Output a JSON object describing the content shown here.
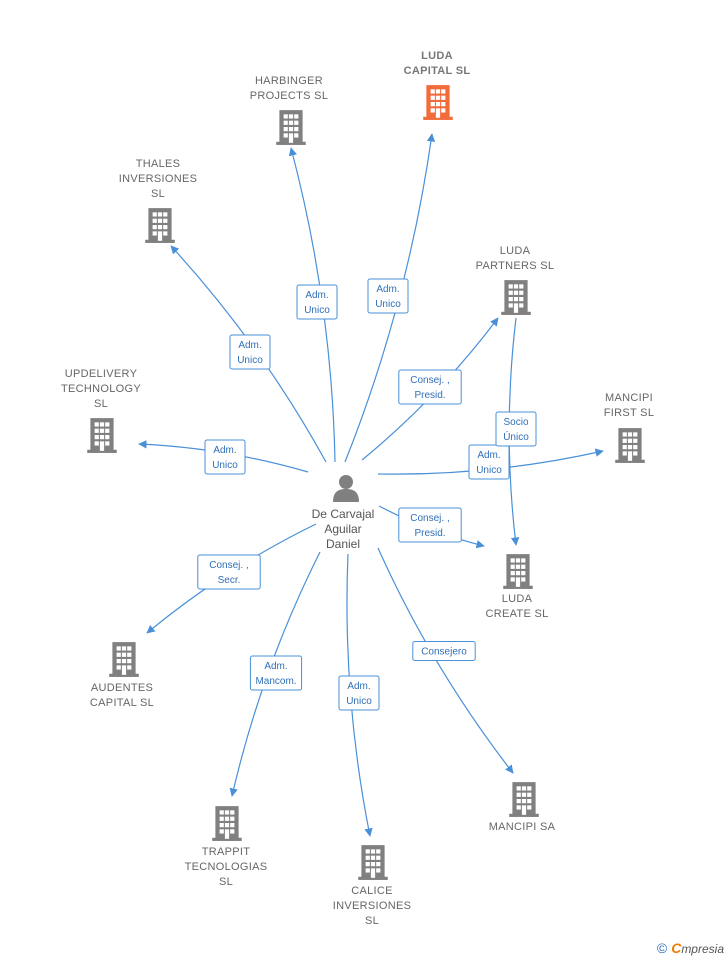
{
  "center": {
    "label_lines": [
      "De Carvajal",
      "Aguilar",
      "Daniel"
    ],
    "icon": "person-icon"
  },
  "colors": {
    "edge": "#4a90d9",
    "building": "#808080",
    "building_highlight": "#f26b3a",
    "label": "#666666"
  },
  "companies": [
    {
      "id": "luda-capital",
      "lines": [
        "LUDA",
        "CAPITAL  SL"
      ],
      "highlight": true,
      "label_pos": "above",
      "relation": [
        "Adm.",
        "Unico"
      ]
    },
    {
      "id": "harbinger",
      "lines": [
        "HARBINGER",
        "PROJECTS  SL"
      ],
      "highlight": false,
      "label_pos": "above",
      "relation": [
        "Adm.",
        "Unico"
      ]
    },
    {
      "id": "thales",
      "lines": [
        "THALES",
        "INVERSIONES",
        "SL"
      ],
      "highlight": false,
      "label_pos": "above",
      "relation": [
        "Adm.",
        "Unico"
      ]
    },
    {
      "id": "updelivery",
      "lines": [
        "UPDELIVERY",
        "TECHNOLOGY",
        "SL"
      ],
      "highlight": false,
      "label_pos": "above",
      "relation": [
        "Adm.",
        "Unico"
      ]
    },
    {
      "id": "luda-partners",
      "lines": [
        "LUDA",
        "PARTNERS  SL"
      ],
      "highlight": false,
      "label_pos": "above",
      "relation": [
        "Consej. ,",
        "Presid."
      ]
    },
    {
      "id": "mancipi-first",
      "lines": [
        "MANCIPI",
        "FIRST  SL"
      ],
      "highlight": false,
      "label_pos": "above",
      "relation": [
        "Adm.",
        "Unico"
      ]
    },
    {
      "id": "luda-create",
      "lines": [
        "LUDA",
        "CREATE  SL"
      ],
      "highlight": false,
      "label_pos": "below",
      "relation": [
        "Consej. ,",
        "Presid."
      ]
    },
    {
      "id": "audentes",
      "lines": [
        "AUDENTES",
        "CAPITAL  SL"
      ],
      "highlight": false,
      "label_pos": "below",
      "relation": [
        "Consej. ,",
        "Secr."
      ]
    },
    {
      "id": "trappit",
      "lines": [
        "TRAPPIT",
        "TECNOLOGIAS",
        "SL"
      ],
      "highlight": false,
      "label_pos": "below",
      "relation": [
        "Adm.",
        "Mancom."
      ]
    },
    {
      "id": "calice",
      "lines": [
        "CALICE",
        "INVERSIONES",
        "SL"
      ],
      "highlight": false,
      "label_pos": "below",
      "relation": [
        "Adm.",
        "Unico"
      ]
    },
    {
      "id": "mancipi-sa",
      "lines": [
        "MANCIPI SA"
      ],
      "highlight": false,
      "label_pos": "below",
      "relation": [
        "Consejero"
      ]
    }
  ],
  "cross_relations": [
    {
      "from": "luda-partners",
      "to": "luda-create",
      "relation": [
        "Socio",
        "Único"
      ]
    }
  ],
  "brand": {
    "copyright": "©",
    "first_letter": "C",
    "rest": "mpresia"
  }
}
